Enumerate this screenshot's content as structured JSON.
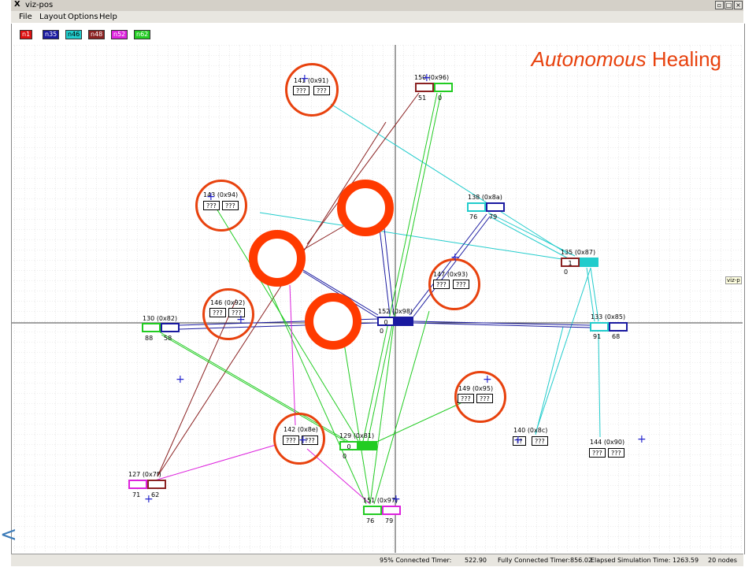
{
  "window": {
    "title": "viz-pos",
    "menu": [
      "File",
      "Layout",
      "Options",
      "Help"
    ]
  },
  "legend": [
    {
      "label": "n1",
      "color": "#dd1111"
    },
    {
      "label": "n35",
      "color": "#1a1aa0"
    },
    {
      "label": "n46",
      "color": "#22cccc"
    },
    {
      "label": "n48",
      "color": "#8b2222"
    },
    {
      "label": "n52",
      "color": "#dd22dd"
    },
    {
      "label": "n62",
      "color": "#22cc22"
    }
  ],
  "heading": {
    "italic": "Autonomous",
    "rest": " Healing"
  },
  "nodes": [
    {
      "id": "141 (0x91)",
      "v1": "???",
      "v2": "???"
    },
    {
      "id": "150 (0x96)",
      "v1": "51",
      "v2": "0"
    },
    {
      "id": "143 (0x94)",
      "v1": "???",
      "v2": "???"
    },
    {
      "id": "138 (0x8a)",
      "v1": "76",
      "v2": "79"
    },
    {
      "id": "135 (0x87)",
      "v1": "1",
      "v2": "0"
    },
    {
      "id": "147 (0x93)",
      "v1": "???",
      "v2": "???"
    },
    {
      "id": "146 (0x92)",
      "v1": "???",
      "v2": "???"
    },
    {
      "id": "130 (0x82)",
      "v1": "88",
      "v2": "58"
    },
    {
      "id": "152 (0x98)",
      "v1": "0",
      "v2": "0"
    },
    {
      "id": "133 (0x85)",
      "v1": "91",
      "v2": "68"
    },
    {
      "id": "149 (0x95)",
      "v1": "???",
      "v2": "???"
    },
    {
      "id": "140 (0x8c)",
      "v1": "??",
      "v2": "???"
    },
    {
      "id": "144 (0x90)",
      "v1": "???",
      "v2": "???"
    },
    {
      "id": "142 (0x8e)",
      "v1": "???",
      "v2": "???"
    },
    {
      "id": "129 (0x81)",
      "v1": "0",
      "v2": "0"
    },
    {
      "id": "127 (0x7f)",
      "v1": "71",
      "v2": "62"
    },
    {
      "id": "151 (0x97)",
      "v1": "76",
      "v2": "79"
    }
  ],
  "status": {
    "connected95": "95% Connected Timer:",
    "connected95_val": "522.90",
    "fully": "Fully Connected Timer:",
    "fully_val": "856.02",
    "elapsed": "Elapsed Simulation Time:",
    "elapsed_val": "1263.59",
    "nodes": "20 nodes"
  },
  "side_tab": "viz-p"
}
